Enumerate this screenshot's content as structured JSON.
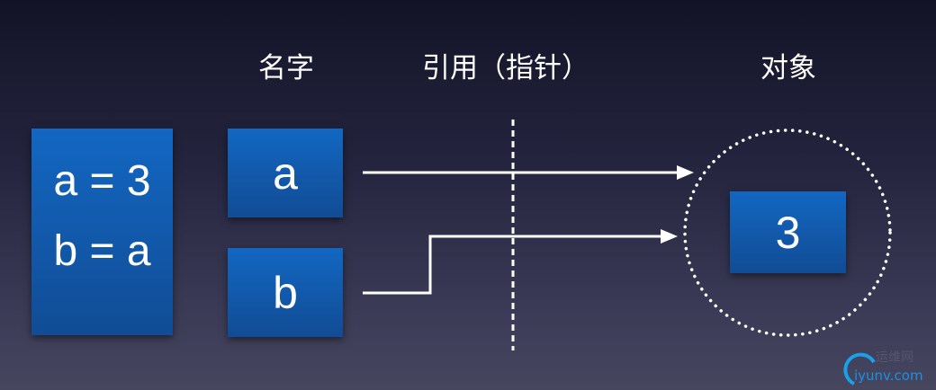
{
  "headers": {
    "names": "名字",
    "references": "引用（指针）",
    "objects": "对象"
  },
  "code": {
    "line1": "a = 3",
    "line2": "b = a"
  },
  "names": [
    {
      "label": "a"
    },
    {
      "label": "b"
    }
  ],
  "object": {
    "value": "3"
  },
  "watermark": {
    "cn": "运维网",
    "domain": "iyunv.com"
  },
  "colors": {
    "box_top": "#1267c2",
    "box_bottom": "#114c95",
    "arrow": "#ffffff"
  }
}
